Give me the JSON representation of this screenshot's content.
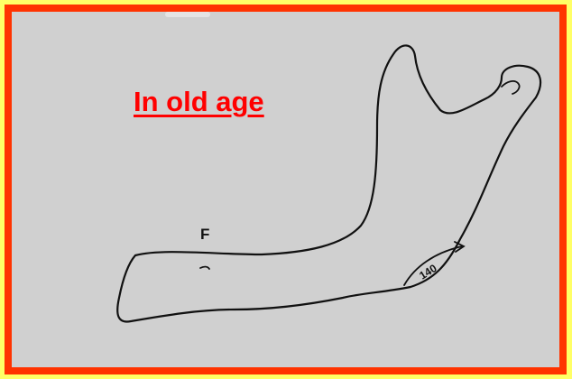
{
  "slide": {
    "title": "In old age",
    "title_color": "#ff0000",
    "background_color": "#ffff66",
    "border_color": "#ff3300",
    "panel_color": "#d0d0d0"
  },
  "diagram": {
    "label_foramen": "F",
    "angle_label": "140"
  }
}
